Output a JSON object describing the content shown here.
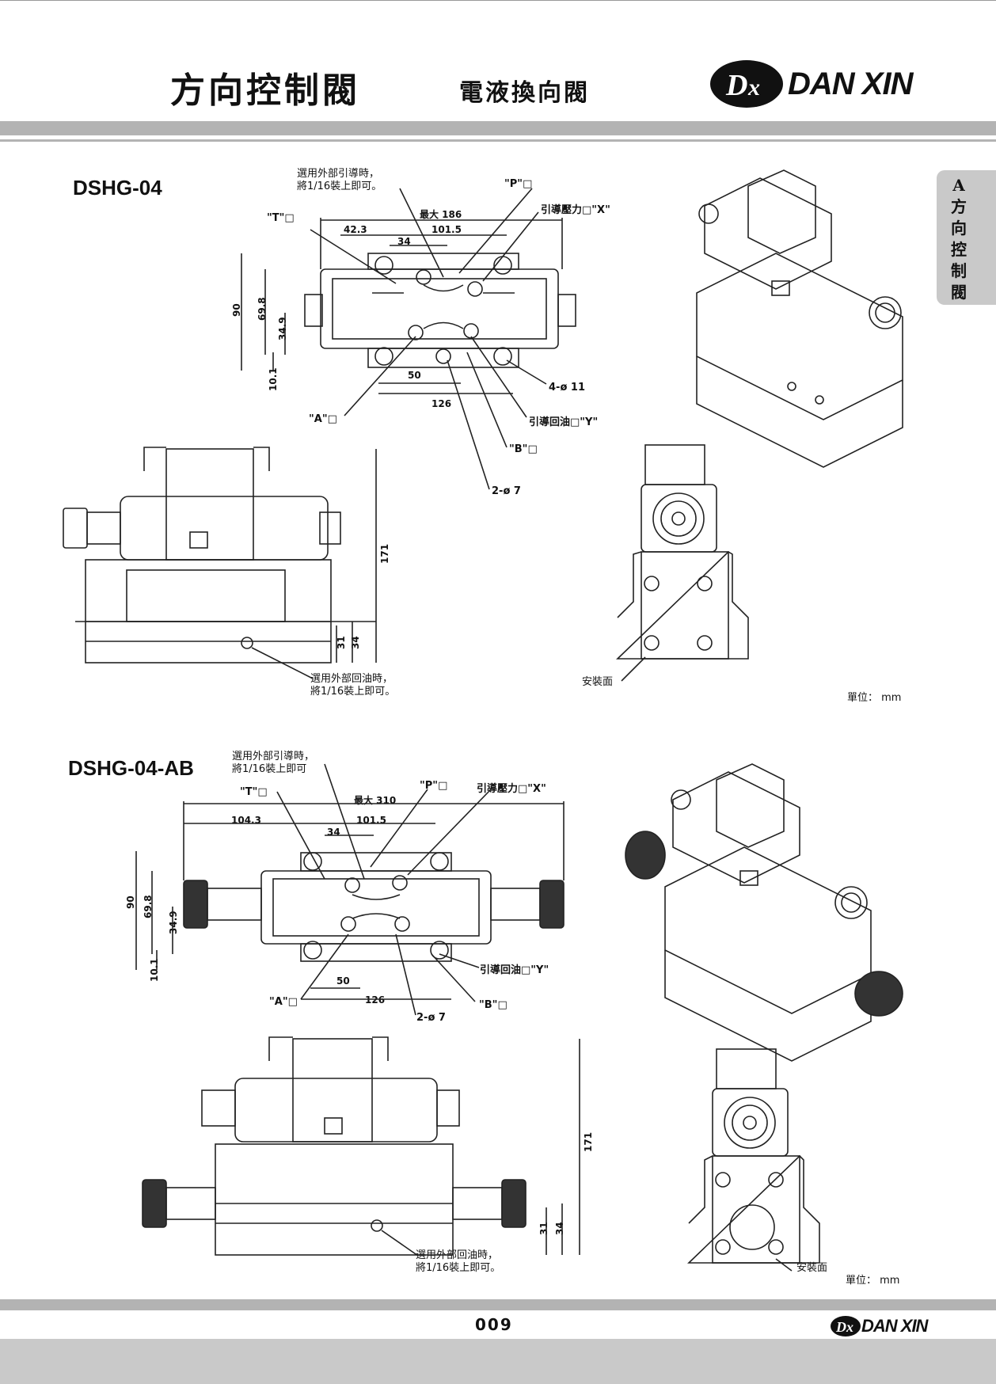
{
  "header": {
    "title": "方向控制閥",
    "subtitle": "電液換向閥",
    "brand": "DAN XIN",
    "brand_mark": "DX"
  },
  "side_tab": {
    "letter": "A",
    "text": "方向控制閥"
  },
  "sections": [
    {
      "model": "DSHG-04",
      "notes": {
        "pilot_top": "選用外部引導時，\n將1/16裝上即可。",
        "drain_bottom": "選用外部回油時，\n將1/16裝上即可。"
      },
      "labels": {
        "t_port": "\"T\"□",
        "p_port": "\"P\"□",
        "pilot_pressure": "引導壓力□\"X\"",
        "a_port": "\"A\"□",
        "b_port": "\"B\"□",
        "pilot_drain": "引導回油□\"Y\"",
        "holes_4": "4-ø 11",
        "holes_2": "2-ø 7",
        "mount_face": "安裝面"
      },
      "dims": {
        "max": "最大  186",
        "d42": "42.3",
        "d101": "101.5",
        "d34": "34",
        "d90": "90",
        "d698": "69.8",
        "d349": "34.9",
        "d101b": "10.1",
        "d50": "50",
        "d126": "126",
        "d171": "171",
        "d31": "31",
        "d34b": "34"
      },
      "unit": "單位： mm"
    },
    {
      "model": "DSHG-04-AB",
      "notes": {
        "pilot_top": "選用外部引導時，\n將1/16裝上即可",
        "drain_bottom": "選用外部回油時，\n將1/16裝上即可。"
      },
      "labels": {
        "t_port": "\"T\"□",
        "p_port": "\"P\"□",
        "pilot_pressure": "引導壓力□\"X\"",
        "a_port": "\"A\"□",
        "b_port": "\"B\"□",
        "pilot_drain": "引導回油□\"Y\"",
        "holes_2": "2-ø 7",
        "mount_face": "安裝面"
      },
      "dims": {
        "max": "最大 310",
        "d104": "104.3",
        "d101": "101.5",
        "d34": "34",
        "d90": "90",
        "d698": "69.8",
        "d349": "34.9",
        "d101b": "10.1",
        "d50": "50",
        "d126": "126",
        "d171": "171",
        "d31": "31",
        "d34b": "34"
      },
      "unit": "單位： mm"
    }
  ],
  "footer": {
    "page": "009",
    "brand": "DAN XIN"
  }
}
